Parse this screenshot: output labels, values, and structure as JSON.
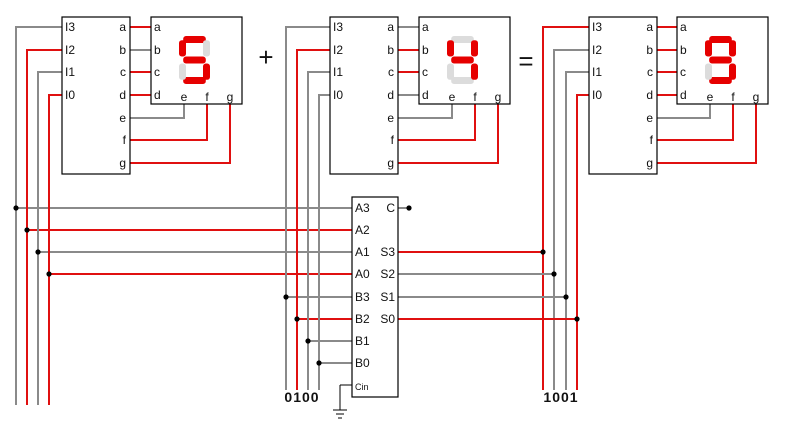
{
  "colors": {
    "wire_on": "#e01010",
    "wire_off": "#8a8a8a",
    "segment_on": "#e60000",
    "segment_off": "#dcdcdc"
  },
  "decoder_labels": {
    "inputs": [
      "I3",
      "I2",
      "I1",
      "I0"
    ],
    "outputs": [
      "a",
      "b",
      "c",
      "d",
      "e",
      "f",
      "g"
    ]
  },
  "display_labels": {
    "left": [
      "a",
      "b",
      "c",
      "d"
    ],
    "bottom": [
      "e",
      "f",
      "g"
    ]
  },
  "units": [
    {
      "digit": "5",
      "segments_on": [
        "a",
        "c",
        "d",
        "f",
        "g"
      ],
      "input_bits_on": [
        false,
        true,
        false,
        true
      ]
    },
    {
      "digit": "4",
      "segments_on": [
        "b",
        "c",
        "f",
        "g"
      ],
      "input_bits_on": [
        false,
        true,
        false,
        false
      ]
    },
    {
      "digit": "9",
      "segments_on": [
        "a",
        "b",
        "c",
        "d",
        "f",
        "g"
      ],
      "input_bits_on": [
        true,
        false,
        false,
        true
      ]
    }
  ],
  "operators": {
    "plus": "+",
    "equals": "="
  },
  "adder": {
    "left_pins": [
      "A3",
      "A2",
      "A1",
      "A0",
      "B3",
      "B2",
      "B1",
      "B0",
      "Cin"
    ],
    "right_pins": [
      "C",
      "S3",
      "S2",
      "S1",
      "S0"
    ]
  },
  "bit_labels": {
    "b_input": "0100",
    "sum_output": "1001"
  }
}
